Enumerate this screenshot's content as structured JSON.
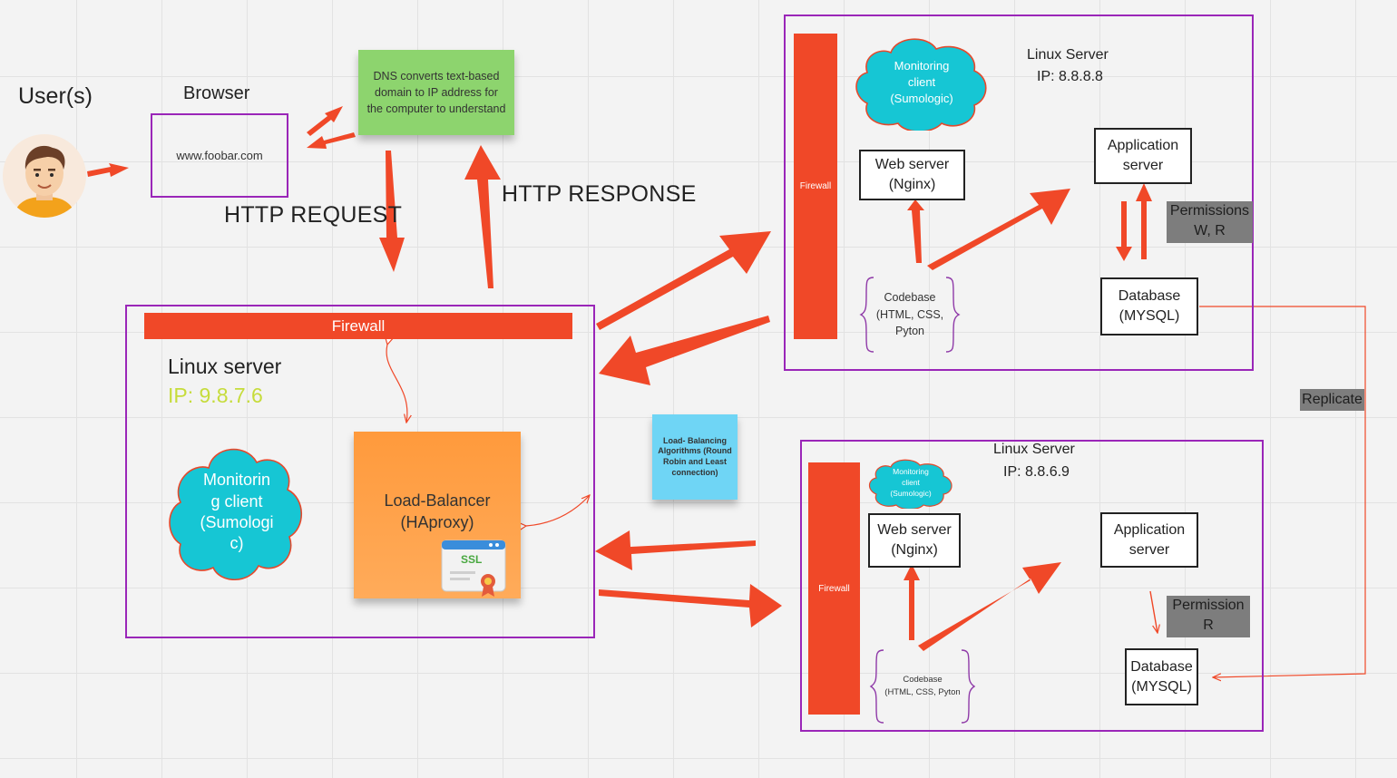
{
  "colors": {
    "container_border": "#9a26b8",
    "firewall": "#f04828",
    "arrow": "#f04828",
    "cloud": "#1ac8d6",
    "dns_note": "#8dd46e",
    "lb_note": "#ff9a3c",
    "algo_note": "#6fd5f5",
    "ip_highlight": "#c6dc3b"
  },
  "user": {
    "label": "User(s)",
    "icon": "user-avatar-icon"
  },
  "browser": {
    "title": "Browser",
    "url": "www.foobar.com"
  },
  "dns_note": "DNS converts text-based domain to IP address for the computer to understand",
  "http_request": "HTTP REQUEST",
  "http_response": "HTTP RESPONSE",
  "lb_server": {
    "firewall": "Firewall",
    "title": "Linux server",
    "ip": "IP: 9.8.7.6",
    "monitoring": "Monitorin\ng client\n(Sumologi\nc)",
    "load_balancer": "Load-Balancer\n(HAproxy)",
    "ssl": "SSL",
    "ssl_icon": "ssl-certificate-icon"
  },
  "algo_note": "Load- Balancing Algorithms (Round Robin and Least connection)",
  "server1": {
    "title": "Linux Server",
    "ip": "IP: 8.8.8.8",
    "firewall": "Firewall",
    "monitoring": "Monitoring\nclient\n(Sumologic)",
    "web_server": "Web server\n(Nginx)",
    "app_server": "Application\nserver",
    "database": "Database\n(MYSQL)",
    "codebase": "Codebase\n(HTML, CSS,\nPyton",
    "permissions": "Permissions\nW, R"
  },
  "server2": {
    "title": "Linux Server",
    "ip": "IP: 8.8.6.9",
    "firewall": "Firewall",
    "monitoring": "Monitoring\nclient\n(Sumologic)",
    "web_server": "Web server\n(Nginx)",
    "app_server": "Application\nserver",
    "database": "Database\n(MYSQL)",
    "codebase": "Codebase\n(HTML, CSS, Pyton",
    "permissions": "Permission\nR"
  },
  "replicate": "Replicate"
}
